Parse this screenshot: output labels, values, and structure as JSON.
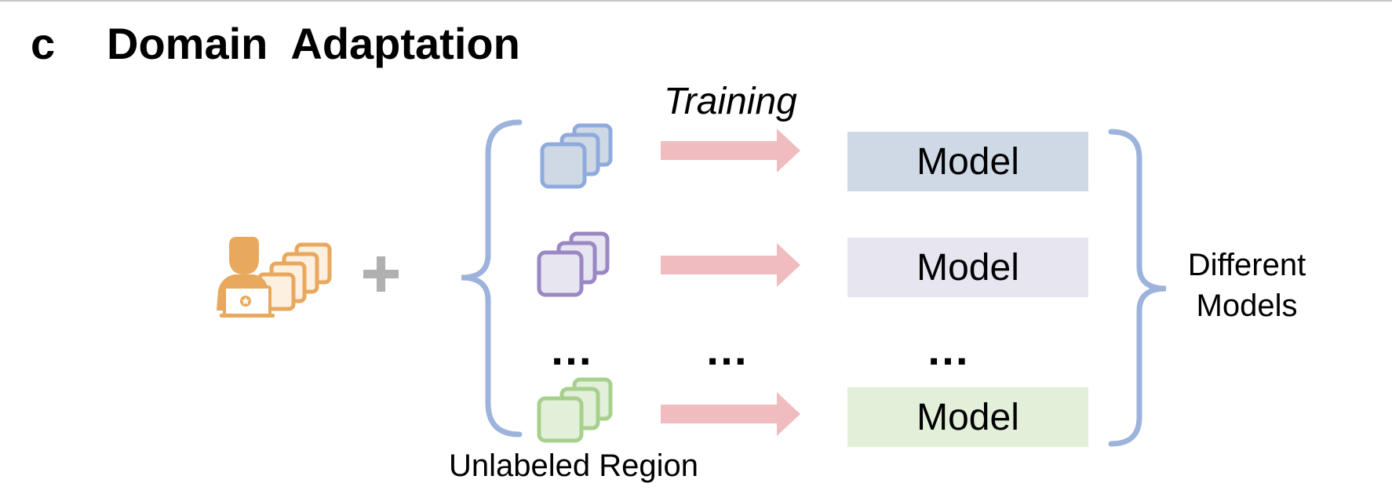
{
  "panel": {
    "letter": "c",
    "title": "Domain  Adaptation"
  },
  "training_label": "Training",
  "models": [
    {
      "label": "Model",
      "color": "#cfd9e6"
    },
    {
      "label": "Model",
      "color": "#e7e5f0"
    },
    {
      "label": "Model",
      "color": "#e2efd9"
    }
  ],
  "ellipsis": "…",
  "different_models": {
    "line1": "Different",
    "line2": "Models"
  },
  "unlabeled_region_label": "Unlabeled Region",
  "plus_sign": "+",
  "colors": {
    "brace": "#9db3dc",
    "arrow": "#f0bcc0",
    "user_icon": "#e8a95e",
    "stack_blue_stroke": "#8faadc",
    "stack_blue_fill": "#cfd9e6",
    "stack_purple_stroke": "#9a87c4",
    "stack_purple_fill": "#e7e5f0",
    "stack_green_stroke": "#a8d08d",
    "stack_green_fill": "#e2efd9",
    "plus": "#b0b0b0"
  },
  "icons": [
    "user-laptop-icon",
    "image-stack-icon",
    "arrow-right-icon",
    "curly-brace-icon"
  ]
}
